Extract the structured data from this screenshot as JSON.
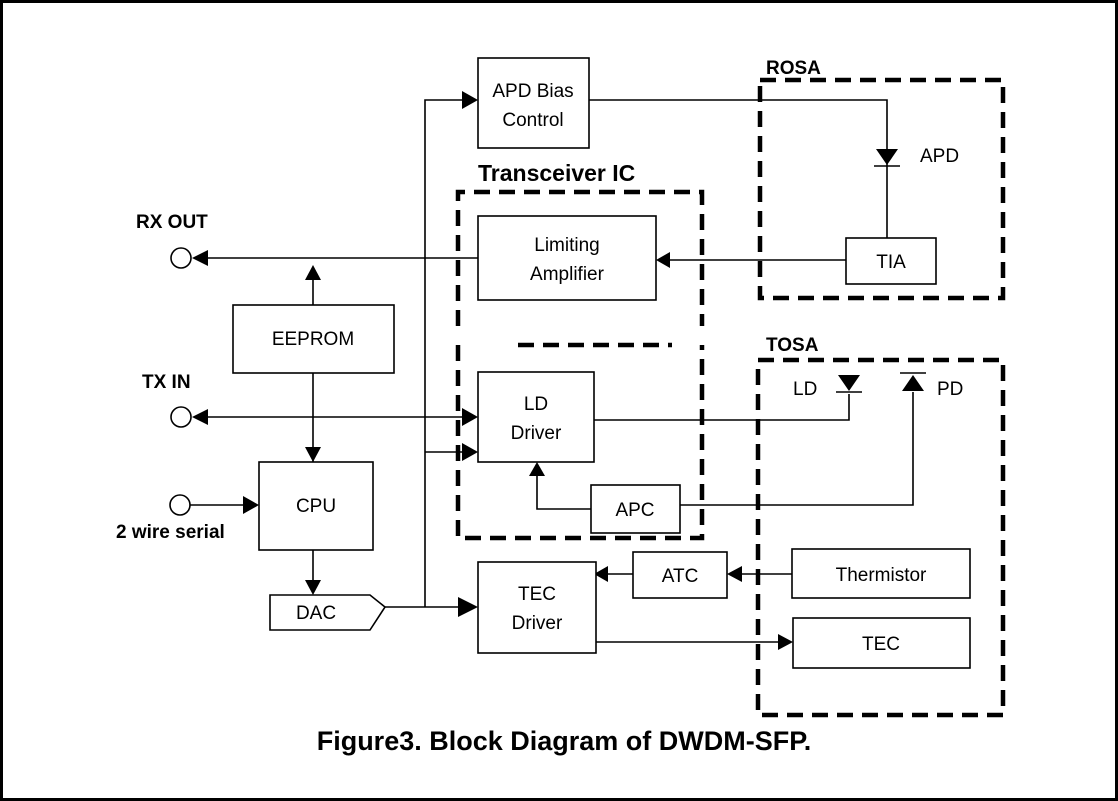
{
  "blocks": {
    "apd_bias": [
      "APD Bias",
      "Control"
    ],
    "limiting_amp": [
      "Limiting",
      "Amplifier"
    ],
    "eeprom": "EEPROM",
    "ld_driver": [
      "LD",
      "Driver"
    ],
    "cpu": "CPU",
    "apc": "APC",
    "dac": "DAC",
    "tec_driver": [
      "TEC",
      "Driver"
    ],
    "atc": "ATC",
    "thermistor": "Thermistor",
    "tec": "TEC",
    "tia": "TIA"
  },
  "groups": {
    "rosa": "ROSA",
    "tosa": "TOSA",
    "transceiver_ic": "Transceiver IC"
  },
  "components": {
    "apd": "APD",
    "ld": "LD",
    "pd": "PD"
  },
  "ports": {
    "rx_out": "RX OUT",
    "tx_in": "TX IN",
    "serial": "2 wire serial"
  },
  "caption": "Figure3. Block Diagram of DWDM-SFP."
}
